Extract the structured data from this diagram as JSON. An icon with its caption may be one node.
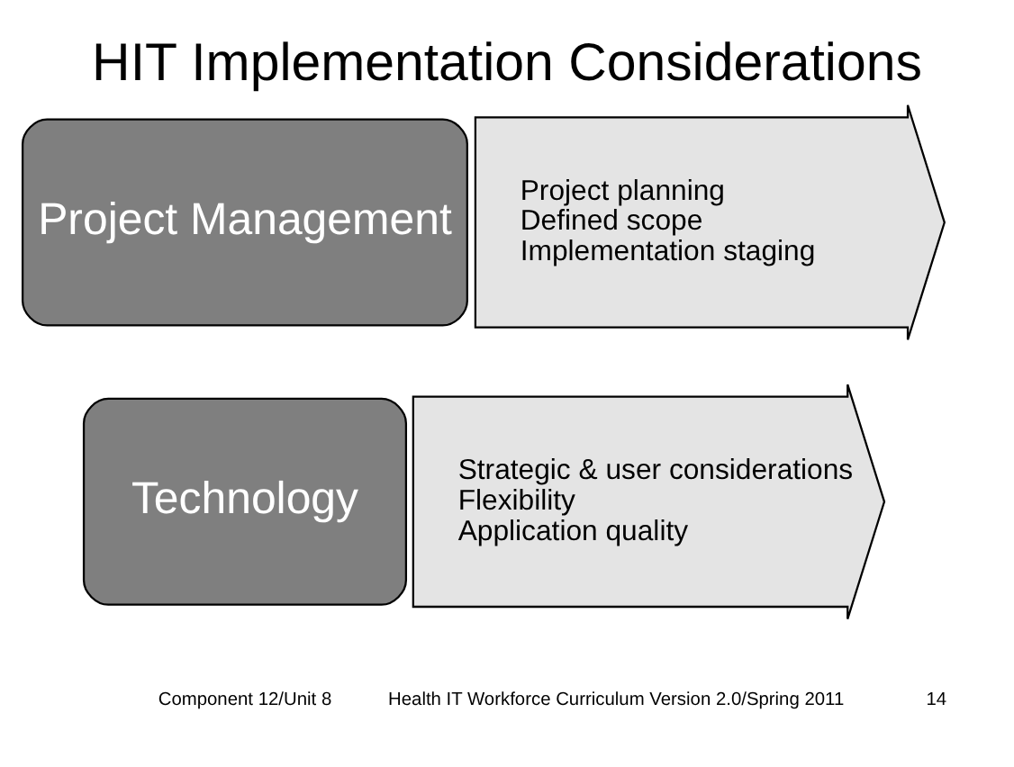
{
  "diagram": {
    "title": "HIT Implementation Considerations",
    "nodes": [
      {
        "text": [
          "Project Management"
        ]
      },
      {
        "text": [
          "Project planning",
          "Defined scope",
          "Implementation staging"
        ]
      },
      {
        "text": [
          "Technology"
        ]
      },
      {
        "text": [
          "Strategic & user considerations",
          "Flexibility",
          "Application quality"
        ]
      }
    ],
    "labels": [
      "Component 12/Unit 8",
      "Health IT Workforce Curriculum Version 2.0/Spring 2011",
      "14"
    ]
  }
}
